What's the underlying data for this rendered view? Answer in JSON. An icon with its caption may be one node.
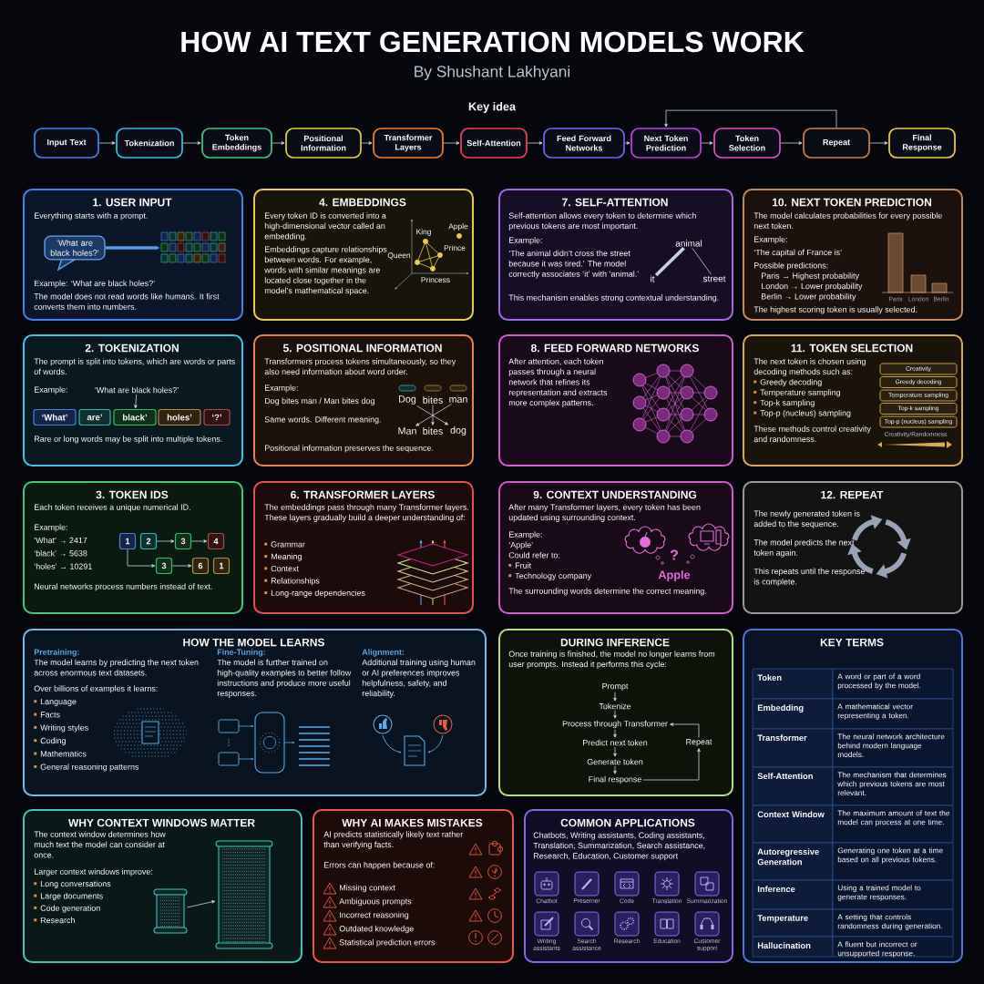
{
  "diagram": {
    "title": "HOW AI TEXT GENERATION MODELS WORK",
    "nodes": [
      {
        "text": [
          "Input Text"
        ]
      },
      {
        "text": [
          "Tokenization"
        ]
      },
      {
        "text": [
          "Token Embeddings"
        ]
      },
      {
        "text": [
          "Positional Information"
        ]
      },
      {
        "text": [
          "Transformer Layers"
        ]
      },
      {
        "text": [
          "Self-Attention"
        ]
      },
      {
        "text": [
          "Feed Forward Networks"
        ]
      },
      {
        "text": [
          "Next Token Prediction"
        ]
      },
      {
        "text": [
          "Token Selection"
        ]
      },
      {
        "text": [
          "Repeat"
        ]
      },
      {
        "text": [
          "Final Response"
        ]
      },
      {
        "text": [
          "1. USER INPUT",
          "Everything starts with a prompt.",
          "Example: ‘What are black holes?’",
          "The model does not read words like humans. It first converts them into numbers."
        ]
      },
      {
        "text": [
          "‘What are black holes?’"
        ],
        "in": 11
      },
      {
        "text": [],
        "shape": "picture",
        "in": 11
      },
      {
        "text": [
          "4. EMBEDDINGS",
          "Every token ID is converted into a high-dimensional vector called an embedding.",
          "Embeddings capture relationships between words. For example, words with similar meanings are located close together in the model’s mathematical space."
        ]
      },
      {
        "text": [
          "7. SELF-ATTENTION",
          "Self-attention allows every token to determine which previous tokens are most important.",
          "Example:",
          "‘The animal didn’t cross the street because it was tired.’ The model correctly associates ‘it’ with ‘animal.’",
          "This mechanism enables strong contextual understanding."
        ]
      },
      {
        "text": [
          "animal"
        ],
        "in": 15
      },
      {
        "text": [
          "it"
        ],
        "in": 15
      },
      {
        "text": [
          "street"
        ],
        "in": 15
      },
      {
        "text": [
          "10. NEXT TOKEN PREDICTION",
          "The model calculates probabilities for every possible next token.",
          "Example:",
          "‘The capital of France is’",
          "Possible predictions:",
          "Paris → Highest probability",
          "London → Lower probability",
          "Berlin → Lower probability",
          "The highest scoring token is usually selected."
        ]
      },
      {
        "text": [
          "2. TOKENIZATION",
          "The prompt is split into tokens, which are words or parts of words.",
          "Example:",
          "Rare or long words may be split into multiple tokens."
        ]
      },
      {
        "text": [
          "‘What are black holes?’"
        ],
        "in": 20
      },
      {
        "text": [
          "‘What’"
        ],
        "in": 20
      },
      {
        "text": [
          "are’"
        ],
        "in": 20
      },
      {
        "text": [
          "black’"
        ],
        "in": 20
      },
      {
        "text": [
          "holes’"
        ],
        "in": 20
      },
      {
        "text": [
          "‘?’"
        ],
        "in": 20
      },
      {
        "text": [
          "5. POSITIONAL INFORMATION",
          "Transformers process tokens simultaneously, so they also need information about word order.",
          "Example:",
          "Dog bites man / Man bites dog",
          "Same words. Different meaning.",
          "Positional information preserves the sequence."
        ]
      },
      {
        "text": [
          "Dog"
        ],
        "in": 27
      },
      {
        "text": [
          "bites"
        ],
        "in": 27
      },
      {
        "text": [
          "man"
        ],
        "in": 27
      },
      {
        "text": [
          "Man"
        ],
        "in": 27
      },
      {
        "text": [
          "bites"
        ],
        "in": 27
      },
      {
        "text": [
          "dog"
        ],
        "in": 27
      },
      {
        "text": [
          "8. FEED FORWARD NETWORKS",
          "After attention, each token passes through a neural network that refines its representation and extracts more complex patterns."
        ]
      },
      {
        "text": [
          "11. TOKEN SELECTION",
          "The next token is chosen using decoding methods such as:",
          "Greedy decoding",
          "Temperature sampling",
          "Top-k sampling",
          "Top-p (nucleus) sampling",
          "These methods control creativity and randomness."
        ]
      },
      {
        "text": [
          "Creativity"
        ],
        "in": 35
      },
      {
        "text": [
          "Greedy decoding"
        ],
        "in": 35
      },
      {
        "text": [
          "Temperature sampling"
        ],
        "in": 35
      },
      {
        "text": [
          "Top-k sampling"
        ],
        "in": 35
      },
      {
        "text": [
          "Top-p (nucleus) sampling"
        ],
        "in": 35
      },
      {
        "text": [
          "3. TOKEN IDS",
          "Each token receives a unique numerical ID.",
          "Example:",
          "‘What’ → 2417",
          "‘black’ → 5638",
          "‘holes’ → 10291",
          "Neural networks process numbers instead of text."
        ]
      },
      {
        "text": [
          "1"
        ],
        "in": 41
      },
      {
        "text": [
          "2"
        ],
        "in": 41
      },
      {
        "text": [
          "3"
        ],
        "in": 41
      },
      {
        "text": [
          "4"
        ],
        "in": 41
      },
      {
        "text": [
          "3"
        ],
        "in": 41
      },
      {
        "text": [
          "6"
        ],
        "in": 41
      },
      {
        "text": [
          "1"
        ],
        "in": 41
      },
      {
        "text": [
          "6. TRANSFORMER LAYERS",
          "The embeddings pass through many Transformer layers. These layers gradually build a deeper understanding of:",
          "Grammar",
          "Meaning",
          "Context",
          "Relationships",
          "Long-range dependencies"
        ]
      },
      {
        "text": [
          "9. CONTEXT UNDERSTANDING",
          "After many Transformer layers, every token has been updated using surrounding context.",
          "Example:",
          "‘Apple’",
          "Could refer to:",
          "Fruit",
          "Technology company",
          "The surrounding words determine the correct meaning."
        ]
      },
      {
        "text": [
          "12. REPEAT",
          "The newly generated token is added to the sequence.",
          "The model predicts the next token again.",
          "This repeats until the response is complete."
        ]
      },
      {
        "text": [
          "HOW THE MODEL LEARNS",
          "Pretraining:",
          "The model learns by predicting the next token across enormous text datasets.",
          "Over billions of examples it learns:",
          "Language",
          "Facts",
          "Writing styles",
          "Coding",
          "Mathematics",
          "General reasoning patterns",
          "Fine-Tuning:",
          "The model is further trained on high-quality examples to better follow instructions and produce more useful responses.",
          "Alignment:",
          "Additional training using human or AI preferences improves helpfulness, safety, and reliability."
        ]
      },
      {
        "text": [
          "DURING INFERENCE",
          "Once training is finished, the model no longer learns from user prompts. Instead it performs this cycle:"
        ]
      },
      {
        "text": [
          "Prompt"
        ],
        "in": 53
      },
      {
        "text": [
          "Tokenize"
        ],
        "in": 53
      },
      {
        "text": [
          "Process through Transformer"
        ],
        "in": 53
      },
      {
        "text": [
          "Predict next token"
        ],
        "in": 53
      },
      {
        "text": [
          "Generate token"
        ],
        "in": 53
      },
      {
        "text": [
          "Final response"
        ],
        "in": 53
      },
      {
        "text": [
          "Repeat"
        ],
        "in": 53
      },
      {
        "text": [
          "KEY TERMS"
        ]
      },
      {
        "text": [
          "WHY CONTEXT WINDOWS MATTER",
          "The context window determines how much text the model can consider at once.",
          "Larger context windows improve:",
          "Long conversations",
          "Large documents",
          "Code generation",
          "Research"
        ]
      },
      {
        "text": [],
        "shape": "picture",
        "in": 62
      },
      {
        "text": [],
        "shape": "picture",
        "in": 62
      },
      {
        "text": [
          "WHY AI MAKES MISTAKES",
          "AI predicts statistically likely text rather than verifying facts.",
          "Errors can happen because of:",
          "Missing context",
          "Ambiguous prompts",
          "Incorrect reasoning",
          "Outdated knowledge",
          "Statistical prediction errors"
        ]
      },
      {
        "text": [
          "COMMON APPLICATIONS",
          "Chatbots, Writing assistants, Coding assistants, Translation, Summarization, Search assistance, Research, Education, Customer support"
        ]
      },
      {
        "text": [
          "Chatbot"
        ],
        "in": 66
      },
      {
        "text": [
          "Preserner"
        ],
        "in": 66
      },
      {
        "text": [
          "Code"
        ],
        "in": 66
      },
      {
        "text": [
          "Translation"
        ],
        "in": 66
      },
      {
        "text": [
          "Summarization"
        ],
        "in": 66
      },
      {
        "text": [
          "Writing assistants"
        ],
        "in": 66
      },
      {
        "text": [
          "Search assistance"
        ],
        "in": 66
      },
      {
        "text": [
          "Research"
        ],
        "in": 66
      },
      {
        "text": [
          "Education"
        ],
        "in": 66
      },
      {
        "text": [
          "Customer support"
        ],
        "in": 66
      },
      {
        "text": [
          "Creativity/Randomness"
        ],
        "in": 35
      }
    ],
    "edges": [
      {
        "from": 0,
        "to": 1,
        "arrow": "to"
      },
      {
        "from": 1,
        "to": 2,
        "arrow": "to"
      },
      {
        "from": 2,
        "to": 3,
        "arrow": "to"
      },
      {
        "from": 3,
        "to": 4,
        "arrow": "to"
      },
      {
        "from": 4,
        "to": 5,
        "arrow": "to"
      },
      {
        "from": 5,
        "to": 6,
        "arrow": "to"
      },
      {
        "from": 6,
        "to": 7,
        "arrow": "to"
      },
      {
        "from": 7,
        "to": 8,
        "arrow": "to"
      },
      {
        "from": 8,
        "to": 9,
        "arrow": "to"
      },
      {
        "from": 9,
        "to": 10,
        "arrow": "to"
      },
      {
        "from": 9,
        "to": 7,
        "arrow": "to"
      },
      {
        "from": 12,
        "to": 13,
        "arrow": "to",
        "style": "thick",
        "color": "#5a9ae8"
      },
      {
        "from": 17,
        "to": 16,
        "arrow": "none",
        "style": "thick"
      },
      {
        "from": 16,
        "to": 18,
        "arrow": "none"
      },
      {
        "from": 21,
        "to": 24,
        "arrow": "to"
      },
      {
        "from": 28,
        "to": 33,
        "arrow": "to"
      },
      {
        "from": 29,
        "to": 32,
        "arrow": "to"
      },
      {
        "from": 30,
        "to": 31,
        "arrow": "to"
      },
      {
        "from": 43,
        "to": 44,
        "arrow": "to"
      },
      {
        "from": 44,
        "to": 45,
        "arrow": "to"
      },
      {
        "from": 42,
        "to": 46,
        "arrow": "to"
      },
      {
        "from": 46,
        "to": 47,
        "arrow": "to"
      },
      {
        "from": 54,
        "to": 55,
        "arrow": "to"
      },
      {
        "from": 55,
        "to": 56,
        "arrow": "to"
      },
      {
        "from": 56,
        "to": 57,
        "arrow": "to"
      },
      {
        "from": 57,
        "to": 58,
        "arrow": "to"
      },
      {
        "from": 58,
        "to": 59,
        "arrow": "to"
      },
      {
        "from": 59,
        "to": 60,
        "arrow": "to"
      },
      {
        "from": 60,
        "to": 56,
        "arrow": "to"
      },
      {
        "from": 63,
        "to": 64,
        "arrow": "to"
      }
    ],
    "labels": [
      "By Shushant Lakhyani",
      "Key idea",
      "Apple",
      "King",
      "Prince",
      "Queen",
      "Princess",
      "Paris",
      "London",
      "Berlin",
      "?",
      "Apple",
      "Token",
      "A word or part of a word processed by the model.",
      "Embedding",
      "A mathematical vector representing a token.",
      "Transformer",
      "The neural network architecture behind modern language models.",
      "Self-Attention",
      "The mechanism that determines which previous tokens are most relevant.",
      "Context Window",
      "The maximum amount of text the model can process at one time.",
      "Autoregressive Generation",
      "Generating one token at a time based on all previous tokens.",
      "Inference",
      "Using a trained model to generate responses.",
      "Temperature",
      "A setting that controls randomness during generation.",
      "Hallucination",
      "A fluent but incorrect or unsupported response."
    ]
  }
}
